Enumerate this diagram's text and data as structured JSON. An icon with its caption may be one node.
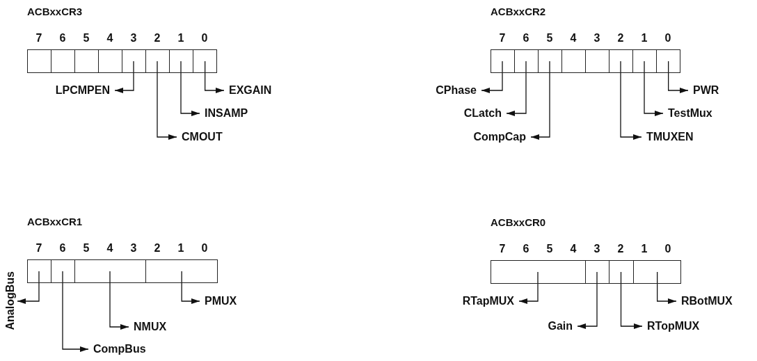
{
  "diagram": {
    "nodes": [
      {
        "text": [
          "ACBxxCR3"
        ]
      },
      {
        "text": [],
        "shape": "box",
        "in": 0
      },
      {
        "text": [],
        "shape": "box",
        "in": 0
      },
      {
        "text": [],
        "shape": "box",
        "in": 0
      },
      {
        "text": [],
        "shape": "box",
        "in": 0
      },
      {
        "text": [],
        "shape": "box",
        "in": 0
      },
      {
        "text": [],
        "shape": "box",
        "in": 0
      },
      {
        "text": [],
        "shape": "box",
        "in": 0
      },
      {
        "text": [],
        "shape": "box",
        "in": 0
      },
      {
        "text": [
          "LPCMPEN"
        ]
      },
      {
        "text": [
          "EXGAIN"
        ]
      },
      {
        "text": [
          "INSAMP"
        ]
      },
      {
        "text": [
          "CMOUT"
        ]
      },
      {
        "text": [
          "ACBxxCR2"
        ]
      },
      {
        "text": [],
        "shape": "box",
        "in": 13
      },
      {
        "text": [],
        "shape": "box",
        "in": 13
      },
      {
        "text": [],
        "shape": "box",
        "in": 13
      },
      {
        "text": [],
        "shape": "box",
        "in": 13
      },
      {
        "text": [],
        "shape": "box",
        "in": 13
      },
      {
        "text": [],
        "shape": "box",
        "in": 13
      },
      {
        "text": [],
        "shape": "box",
        "in": 13
      },
      {
        "text": [],
        "shape": "box",
        "in": 13
      },
      {
        "text": [
          "CPhase"
        ]
      },
      {
        "text": [
          "PWR"
        ]
      },
      {
        "text": [
          "CLatch"
        ]
      },
      {
        "text": [
          "TestMux"
        ]
      },
      {
        "text": [
          "CompCap"
        ]
      },
      {
        "text": [
          "TMUXEN"
        ]
      },
      {
        "text": [
          "ACBxxCR1"
        ]
      },
      {
        "text": [],
        "shape": "box",
        "in": 28
      },
      {
        "text": [],
        "shape": "box",
        "in": 28
      },
      {
        "text": [],
        "shape": "box",
        "in": 28
      },
      {
        "text": [],
        "shape": "box",
        "in": 28
      },
      {
        "text": [
          "AnalogBus"
        ]
      },
      {
        "text": [
          "PMUX"
        ]
      },
      {
        "text": [
          "NMUX"
        ]
      },
      {
        "text": [
          "CompBus"
        ]
      },
      {
        "text": [
          "ACBxxCR0"
        ]
      },
      {
        "text": [],
        "shape": "box",
        "in": 37
      },
      {
        "text": [],
        "shape": "box",
        "in": 37
      },
      {
        "text": [],
        "shape": "box",
        "in": 37
      },
      {
        "text": [],
        "shape": "box",
        "in": 37
      },
      {
        "text": [
          "RTapMUX"
        ]
      },
      {
        "text": [
          "RBotMUX"
        ]
      },
      {
        "text": [
          "Gain"
        ]
      },
      {
        "text": [
          "RTopMUX"
        ]
      }
    ],
    "edges": [
      {
        "from": 5,
        "to": 9,
        "arrow": "to"
      },
      {
        "from": 8,
        "to": 10,
        "arrow": "to"
      },
      {
        "from": 7,
        "to": 11,
        "arrow": "to"
      },
      {
        "from": 6,
        "to": 12,
        "arrow": "to"
      },
      {
        "from": 14,
        "to": 22,
        "arrow": "to"
      },
      {
        "from": 21,
        "to": 23,
        "arrow": "to"
      },
      {
        "from": 15,
        "to": 24,
        "arrow": "to"
      },
      {
        "from": 20,
        "to": 25,
        "arrow": "to"
      },
      {
        "from": 16,
        "to": 26,
        "arrow": "to"
      },
      {
        "from": 19,
        "to": 27,
        "arrow": "to"
      },
      {
        "from": 29,
        "to": 33,
        "arrow": "to"
      },
      {
        "from": 32,
        "to": 34,
        "arrow": "to"
      },
      {
        "from": 31,
        "to": 35,
        "arrow": "to"
      },
      {
        "from": 30,
        "to": 36,
        "arrow": "to"
      },
      {
        "from": 38,
        "to": 42,
        "arrow": "to"
      },
      {
        "from": 41,
        "to": 43,
        "arrow": "to"
      },
      {
        "from": 39,
        "to": 44,
        "arrow": "to"
      },
      {
        "from": 40,
        "to": 45,
        "arrow": "to"
      }
    ],
    "labels": [
      "7",
      "6",
      "5",
      "4",
      "3",
      "2",
      "1",
      "0",
      "7",
      "6",
      "5",
      "4",
      "3",
      "2",
      "1",
      "0",
      "7",
      "6",
      "5",
      "4",
      "3",
      "2",
      "1",
      "0",
      "7",
      "6",
      "5",
      "4",
      "3",
      "2",
      "1",
      "0"
    ]
  }
}
